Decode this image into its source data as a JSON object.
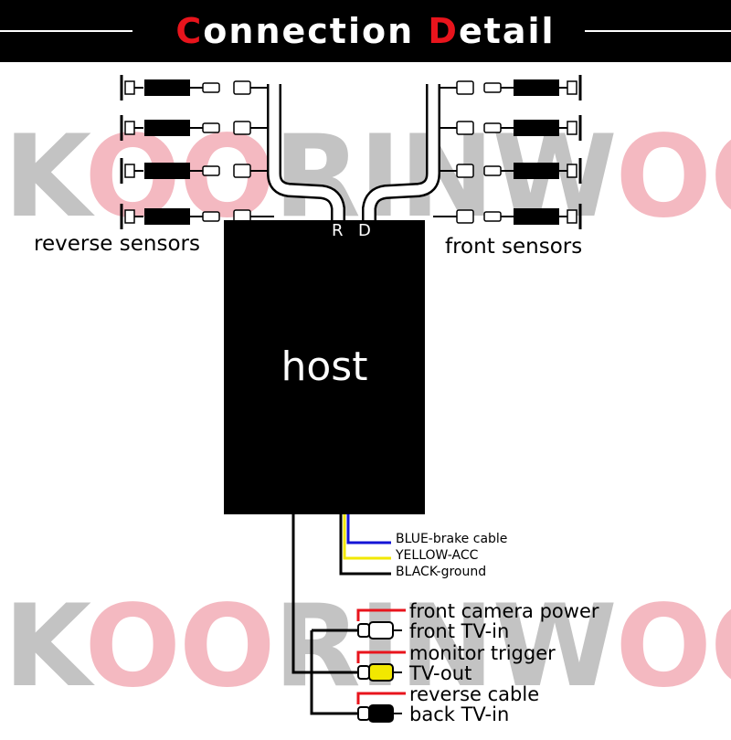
{
  "header": {
    "title_parts": [
      {
        "text": "C",
        "accent": true
      },
      {
        "text": "onnection ",
        "accent": false
      },
      {
        "text": "D",
        "accent": true
      },
      {
        "text": "etail",
        "accent": false
      }
    ]
  },
  "watermark": {
    "gray_1": "K",
    "pink": "OO",
    "gray_2": "RINW",
    "pink_2": "OO"
  },
  "host": {
    "label": "host",
    "port_reverse": "R",
    "port_front": "D"
  },
  "sensors": {
    "reverse_label": "reverse sensors",
    "front_label": "front sensors",
    "count_per_side": 4
  },
  "power_wires": [
    {
      "label": "BLUE-brake cable",
      "color": "#1414d6"
    },
    {
      "label": "YELLOW-ACC",
      "color": "#f2e800"
    },
    {
      "label": "BLACK-ground",
      "color": "#000000"
    }
  ],
  "av_connections": [
    {
      "power_label": "front camera power",
      "signal_label": "front TV-in",
      "plug_color": "#ffffff"
    },
    {
      "power_label": "monitor trigger",
      "signal_label": "TV-out",
      "plug_color": "#f2e800"
    },
    {
      "power_label": "reverse cable",
      "signal_label": "back TV-in",
      "plug_color": "#000000"
    }
  ],
  "colors": {
    "accent": "#e8141c",
    "power_wire": "#e8141c",
    "header_bg": "#000000",
    "host_bg": "#000000"
  }
}
